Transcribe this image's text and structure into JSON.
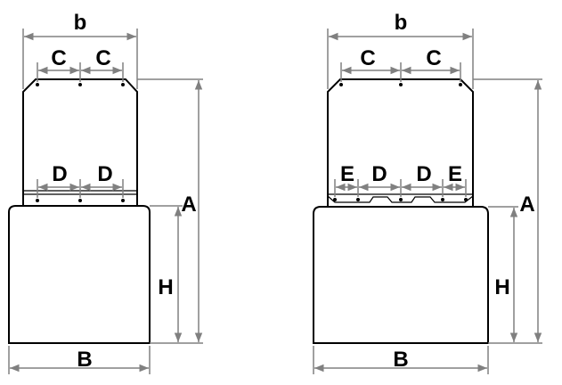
{
  "left_figure": {
    "labels": {
      "b": "b",
      "c1": "C",
      "c2": "C",
      "d1": "D",
      "d2": "D",
      "A": "A",
      "H": "H",
      "B": "B"
    }
  },
  "right_figure": {
    "labels": {
      "b": "b",
      "c1": "C",
      "c2": "C",
      "e1": "E",
      "d1": "D",
      "d2": "D",
      "e2": "E",
      "A": "A",
      "H": "H",
      "B": "B"
    }
  },
  "colors": {
    "outline": "#000000",
    "dimension": "#808080"
  }
}
